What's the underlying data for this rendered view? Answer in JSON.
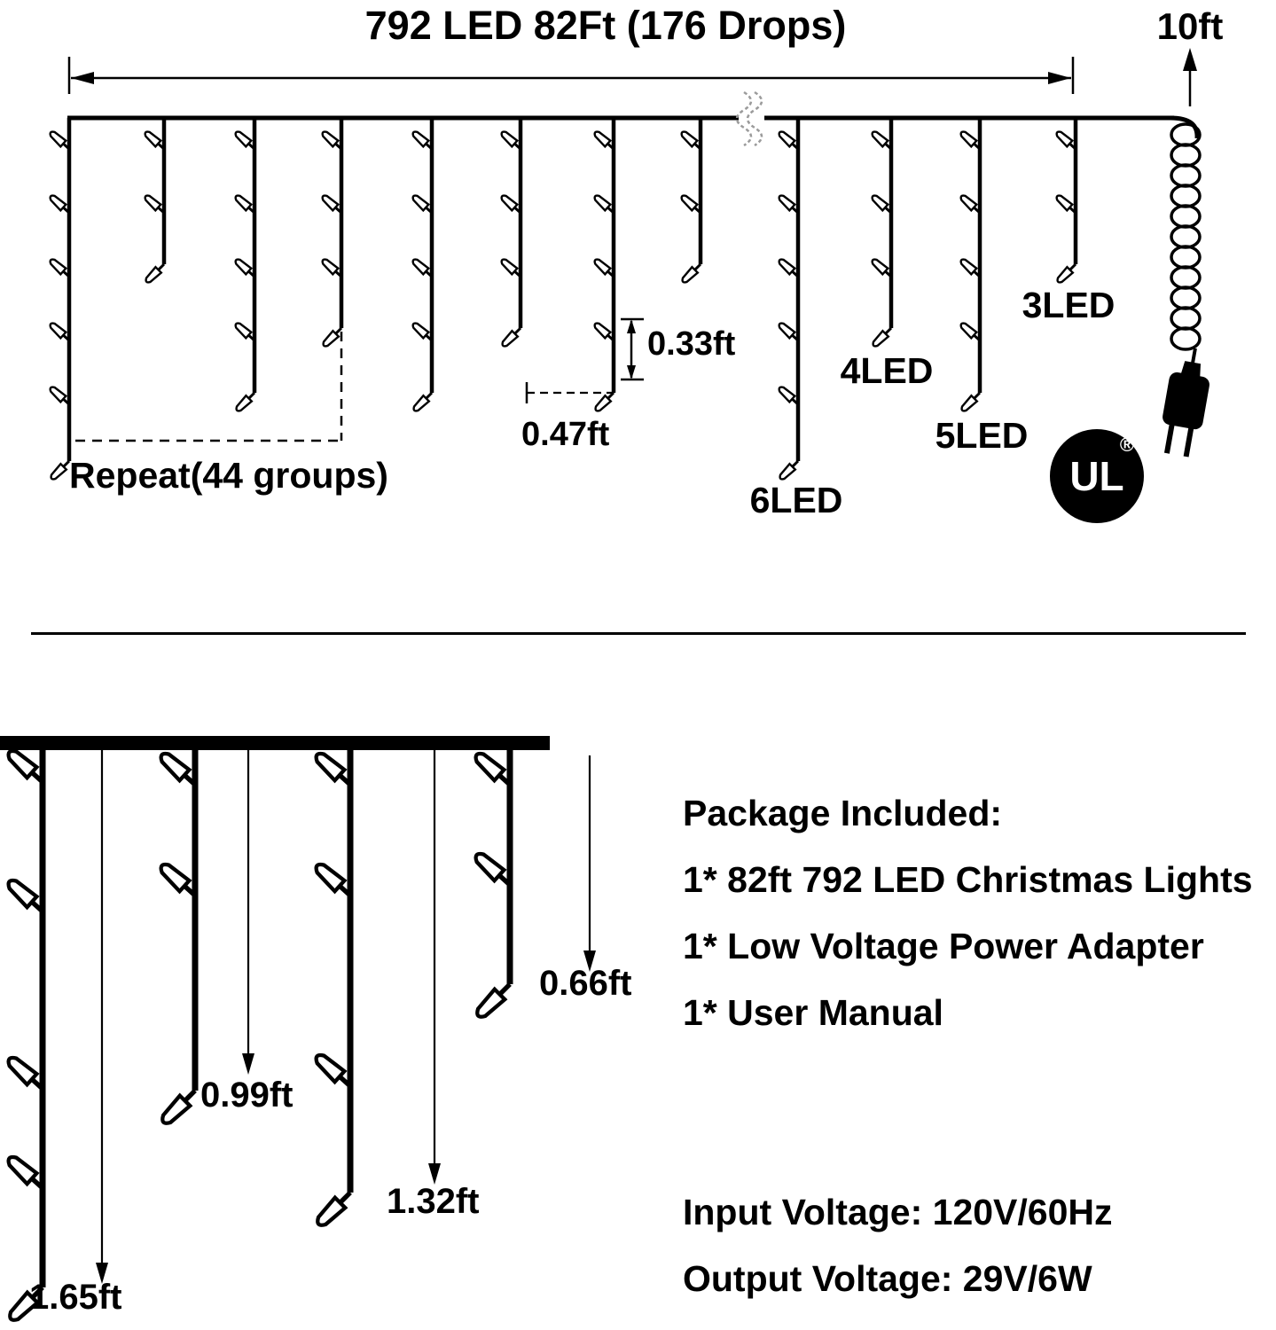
{
  "top_diagram": {
    "title": "792 LED 82Ft (176 Drops)",
    "lead_label": "10ft",
    "repeat_label": "Repeat(44 groups)",
    "led_spacing": "0.33ft",
    "drop_spacing": "0.47ft",
    "drop_type_labels": [
      "3LED",
      "4LED",
      "5LED",
      "6LED"
    ],
    "ul_text": "UL",
    "ul_registered": "®"
  },
  "bottom_diagram": {
    "drop_length_labels": [
      "0.66ft",
      "0.99ft",
      "1.32ft",
      "1.65ft"
    ]
  },
  "package_info": {
    "heading": "Package Included:",
    "items": [
      "1* 82ft 792 LED Christmas Lights",
      "1* Low Voltage Power Adapter",
      "1* User Manual"
    ],
    "input_voltage": "Input Voltage: 120V/60Hz",
    "output_voltage": "Output Voltage: 29V/6W"
  }
}
